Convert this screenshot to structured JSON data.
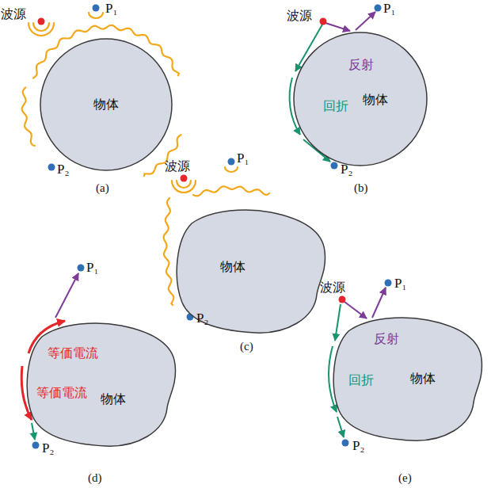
{
  "diagram": {
    "nodes": [
      {
        "text": [
          "物体"
        ]
      },
      {
        "text": [
          "物体"
        ]
      },
      {
        "text": [
          "物体"
        ]
      },
      {
        "text": [
          "物体"
        ]
      },
      {
        "text": [
          "物体"
        ]
      }
    ],
    "labels": [
      "波源",
      "P₁",
      "P₂",
      "(a)",
      "波源",
      "P₁",
      "反射",
      "回折",
      "P₂",
      "(b)",
      "波源",
      "P₁",
      "P₂",
      "(c)",
      "P₁",
      "等価電流",
      "等価電流",
      "P₂",
      "(d)",
      "波源",
      "P₁",
      "反射",
      "回折",
      "P₂",
      "(e)"
    ]
  }
}
